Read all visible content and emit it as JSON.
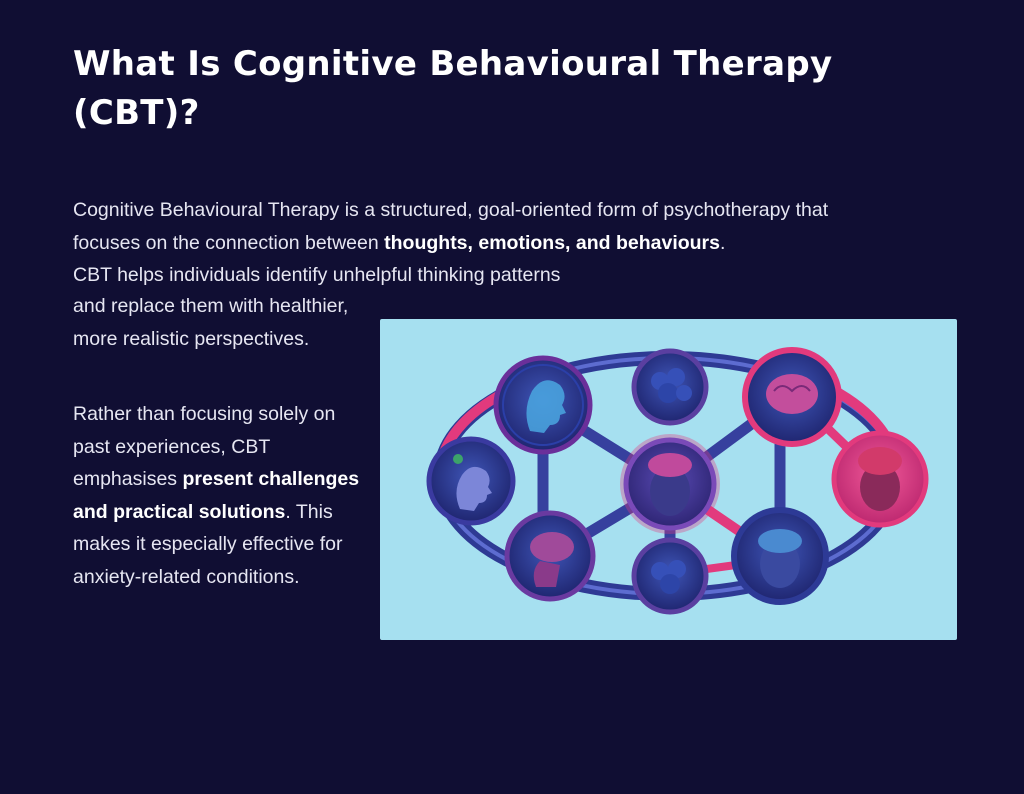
{
  "title": "What Is Cognitive Behavioural Therapy (CBT)?",
  "para1": {
    "intro": "Cognitive Behavioural Therapy is a structured, goal-oriented form of psychotherapy that focuses on the connection between ",
    "bold": "thoughts, emotions, and behaviours",
    "end": ".",
    "line3": "CBT helps individuals identify unhelpful thinking patterns"
  },
  "para1_cont": "and replace them with healthier, more realistic perspectives.",
  "para2": {
    "intro": "Rather than focusing solely on past experiences, CBT emphasises ",
    "bold": "present challenges and practical solutions",
    "end": ". This makes it especially effective for anxiety-related conditions."
  },
  "illustration": {
    "background": "#a6e0f0",
    "ring_color": "#3d3f9e",
    "accent": "#e23a7d",
    "node_icons": [
      "brain-icon",
      "head-profile-icon",
      "face-icon",
      "berries-icon"
    ]
  }
}
